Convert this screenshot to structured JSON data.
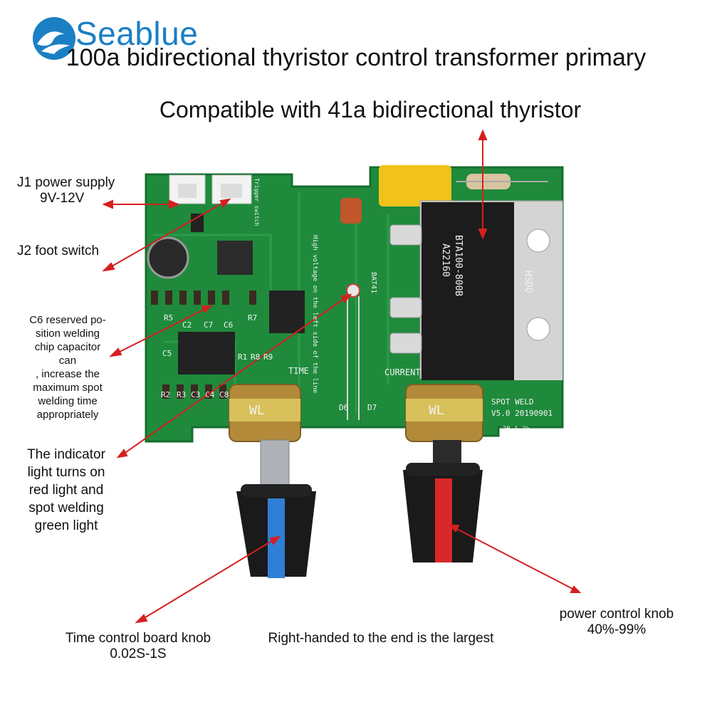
{
  "brand": {
    "name": "Seablue",
    "color": "#1b7fc4"
  },
  "titles": {
    "line1": "100a bidirectional thyristor control transformer primary",
    "line2": "Compatible with 41a bidirectional thyristor"
  },
  "labels": {
    "j1_line1": "J1 power supply",
    "j1_line2": "9V-12V",
    "j2": "J2 foot switch",
    "c6_lines": [
      "C6 reserved po-",
      "sition welding",
      "chip capacitor",
      "can",
      ", increase the",
      "maximum spot",
      "welding time",
      "appropriately"
    ],
    "indicator_lines": [
      "The indicator",
      "light turns on",
      "red light and",
      "spot welding",
      "green light"
    ],
    "time_knob_line1": "Time control board knob",
    "time_knob_line2": "0.02S-1S",
    "right_handed": "Right-handed to the end is the largest",
    "power_knob_line1": "power control knob",
    "power_knob_line2": "40%-99%"
  },
  "pcb": {
    "trigger_switch": "Trigger switch",
    "bat41": "BAT41",
    "hv_note": "High voltage on the left side of the line",
    "time_label": "TIME",
    "current_label": "CURRENT",
    "product_line1": "SPOT WELD",
    "product_line2": "V5.0  20190901",
    "product_line3": "2B-1.2k",
    "thyristor_marking1": "BTA100-800B",
    "thyristor_marking2": "A22160",
    "heatsink_marking": "HSDQ",
    "component_refs": [
      "R5",
      "C2",
      "C7",
      "C6",
      "R7",
      "C5",
      "R1",
      "R8",
      "R9",
      "R2",
      "R3",
      "C3",
      "C4",
      "C8",
      "D6",
      "D7"
    ],
    "knob_brand": "WL"
  },
  "colors": {
    "pcb_green": "#1f8a3c",
    "arrow_red": "#d61f1f",
    "knob_blue": "#2f7fd6",
    "knob_red": "#d8282a"
  }
}
